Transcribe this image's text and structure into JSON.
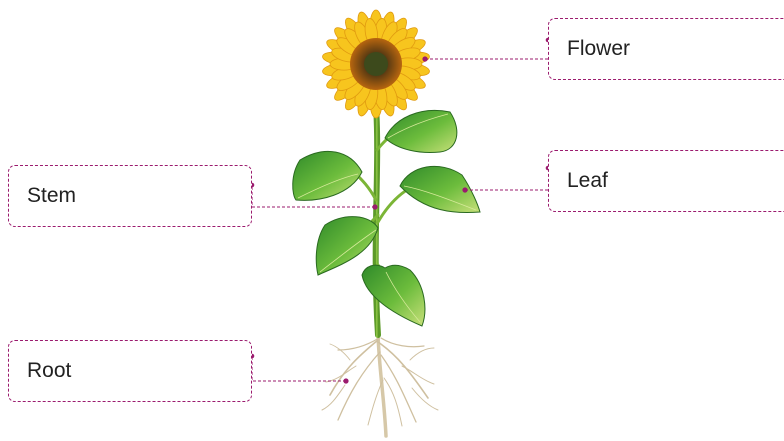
{
  "labels": {
    "flower": "Flower",
    "leaf": "Leaf",
    "stem": "Stem",
    "root": "Root"
  },
  "colors": {
    "leader_line": "#9b1b6e",
    "petal": "#f7c51e",
    "flower_center": "#6b4212",
    "leaf": "#4ea733",
    "stem": "#7bb536",
    "root": "#d8cbb0"
  }
}
